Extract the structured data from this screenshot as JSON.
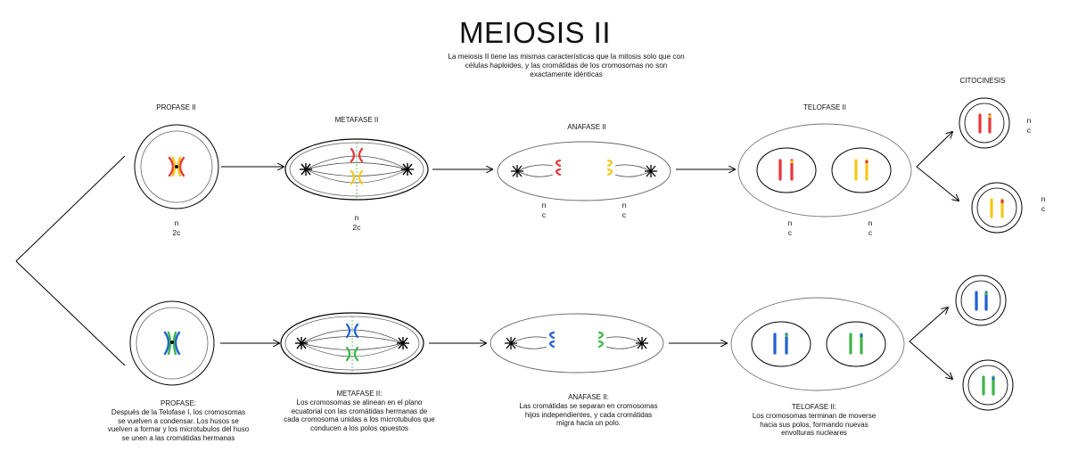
{
  "title": "MEIOSIS II",
  "subtitle": "La meiosis II tiene las mismas características que la mitosis solo que con células haploides, y las cromátidas de los cromosomas no son exactamente idénticas",
  "stages": {
    "profase": "PROFASE II",
    "metafase": "METAFASE II",
    "anafase": "ANAFASE II",
    "telofase": "TELOFASE II",
    "citocinesis": "CITOCINESIS"
  },
  "ploidy": {
    "profase": "n\n2c",
    "metafase": "n\n2c",
    "anafase_left": "n\nc",
    "anafase_right": "n\nc",
    "telofase_left": "n\nc",
    "telofase_right": "n\nc",
    "cito_top": "n\nc",
    "cito_bottom": "n\nc"
  },
  "captions": {
    "profase": "PROFASE:\nDespués de la Telofase I, los cromosomas se vuelven a condensar. Los husos se vuelven a formar y los microtubulos del huso se unen a las cromátidas hermanas",
    "metafase": "METAFASE II:\nLos cromosomas se alinean en el plano ecuatorial con las cromátidas hermanas de cada cromosoma unidas a los microtubulos que conducen a los polos opuestos",
    "anafase": "ANAFASE II:\nLas cromátidas se separan en cromosomas hijos independientes, y cada cromátidas migra hacia un polo.",
    "telofase": "TELOFASE II:\nLos cromosomas terminan de moverse hacia sus polos, formando nuevas envolturas nucleares"
  },
  "colors": {
    "red": "#e8353a",
    "yellow": "#f3c816",
    "blue": "#1f5fd6",
    "green": "#3cb54a",
    "outline": "#555555",
    "black": "#000000"
  }
}
